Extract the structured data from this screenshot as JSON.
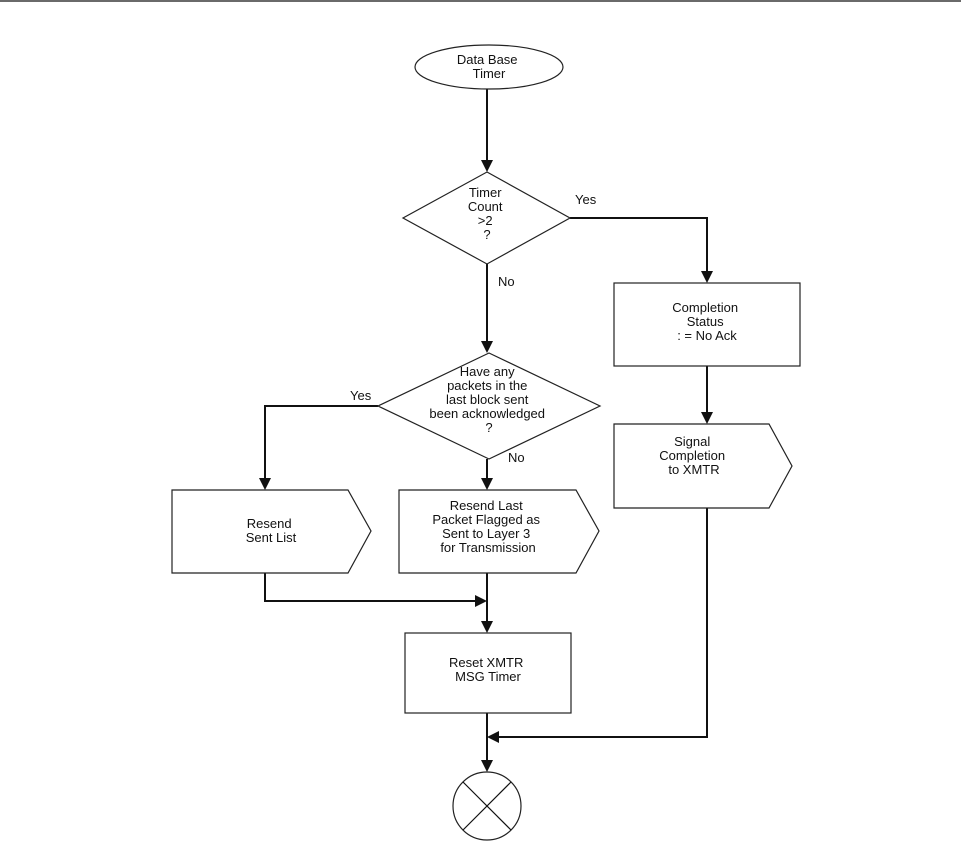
{
  "nodes": {
    "start": {
      "lines": [
        "Data Base",
        "Timer"
      ]
    },
    "timer_check": {
      "lines": [
        "Timer",
        "Count",
        ">2",
        "?"
      ]
    },
    "ack_check": {
      "lines": [
        "Have any",
        "packets in the",
        "last block sent",
        "been acknowledged",
        "?"
      ]
    },
    "completion_status": {
      "lines": [
        "Completion",
        "Status",
        ": = No Ack"
      ]
    },
    "signal_completion": {
      "lines": [
        "Signal",
        "Completion",
        "to XMTR"
      ]
    },
    "resend_sent_list": {
      "lines": [
        "Resend",
        "Sent List"
      ]
    },
    "resend_last_packet": {
      "lines": [
        "Resend Last",
        "Packet Flagged as",
        "Sent to Layer 3",
        "for Transmission"
      ]
    },
    "reset_timer": {
      "lines": [
        "Reset XMTR",
        "MSG Timer"
      ]
    }
  },
  "edge_labels": {
    "timer_yes": "Yes",
    "timer_no": "No",
    "ack_yes": "Yes",
    "ack_no": "No"
  }
}
